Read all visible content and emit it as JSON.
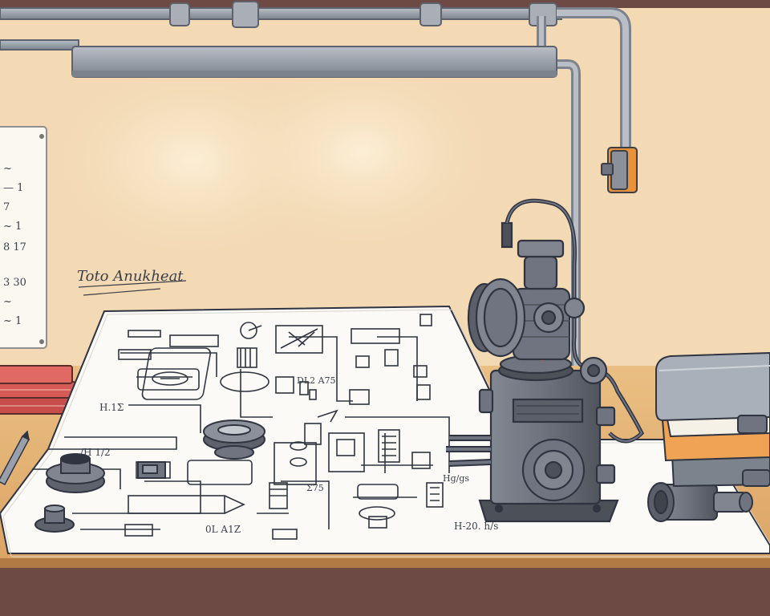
{
  "scene": {
    "title": "Engineering workbench with technical blueprint and pump machinery",
    "colors": {
      "wall": "#f3d9b4",
      "wall_glow": "#fbe8c8",
      "desk": "#e8b878",
      "desk_edge": "#b07a45",
      "floor": "#6e4a44",
      "pipe": "#9aa0ab",
      "pipe_dark": "#6b717c",
      "machine": "#6f7480",
      "machine_dark": "#4c5059",
      "ink": "#2f3440",
      "paper": "#fbfaf7",
      "book_red": "#d65b57",
      "book_orange": "#f0a354",
      "accent_orange": "#e8923a"
    }
  },
  "wall_sign": {
    "text": "Toto Anukheat"
  },
  "wall_chart": {
    "lines": [
      "~",
      "— 1",
      "7",
      "~ 1",
      "8 17",
      "3 30",
      "~",
      "~ 1"
    ]
  },
  "blueprint": {
    "labels": {
      "left_mid": "H.1Σ",
      "left_low": "/H 1/2",
      "center_top": "DL2 A75",
      "bottom_center": "0L A1Z",
      "bottom_mid": "Σ75",
      "right_side": "Hg/gs",
      "bottom_right": "H-20. h/s"
    }
  },
  "objects": {
    "books_left": "red-book-stack",
    "books_right": "metal-case-stack",
    "machine": "pump-motor-assembly",
    "coupling": "pipe-coupling",
    "pencil": "pencil"
  }
}
